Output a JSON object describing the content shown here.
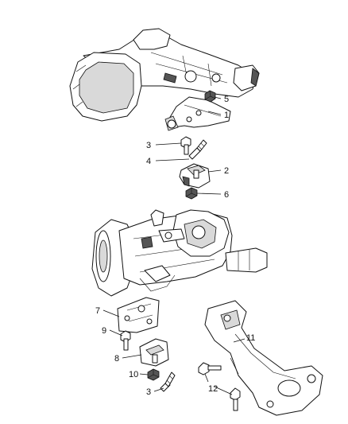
{
  "callouts": {
    "c1": "1",
    "c2": "2",
    "c3a": "3",
    "c3b": "3",
    "c4": "4",
    "c5": "5",
    "c6": "6",
    "c7": "7",
    "c8": "8",
    "c9": "9",
    "c10": "10",
    "c11": "11",
    "c12": "12"
  }
}
